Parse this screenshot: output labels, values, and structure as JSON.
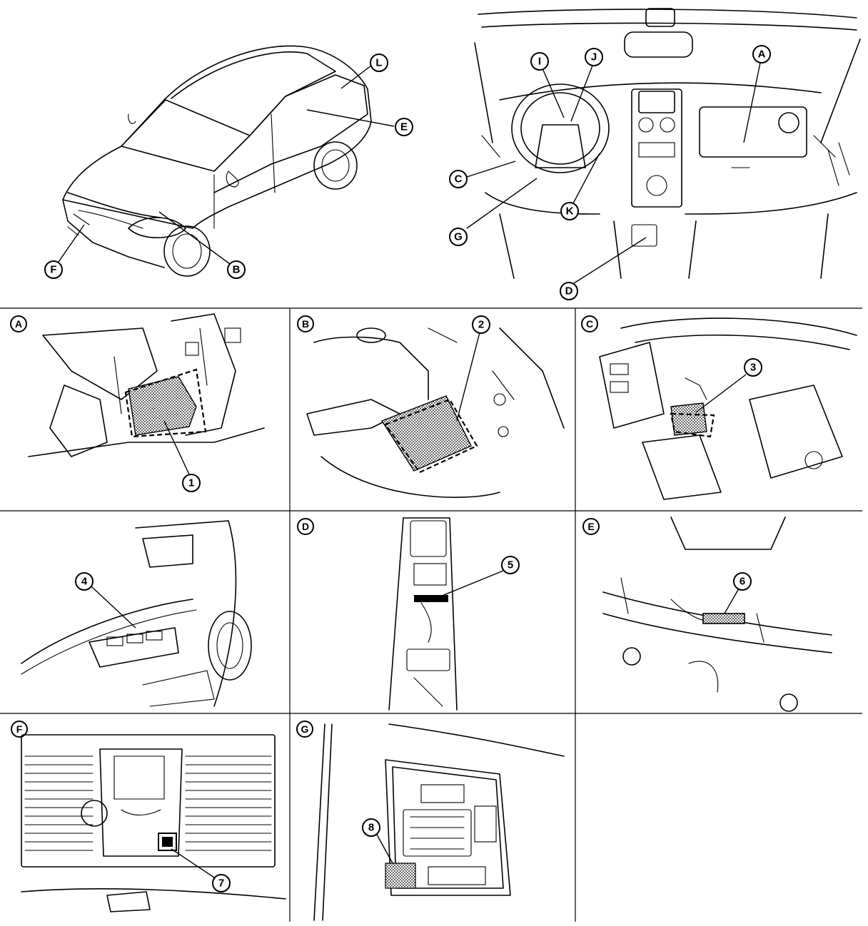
{
  "overview_labels": {
    "A": "A",
    "B": "B",
    "C": "C",
    "D": "D",
    "E": "E",
    "F": "F",
    "G": "G",
    "I": "I",
    "J": "J",
    "K": "K",
    "L": "L"
  },
  "panels": [
    {
      "id": "A",
      "label": "A",
      "part": "1"
    },
    {
      "id": "B",
      "label": "B",
      "part": "2"
    },
    {
      "id": "C",
      "label": "C",
      "part": "3"
    },
    {
      "id": "D",
      "label": "D",
      "part": "5"
    },
    {
      "id": "E",
      "label": "E",
      "part": "6"
    },
    {
      "id": "F",
      "label": "F",
      "part": "7"
    },
    {
      "id": "G",
      "label": "G",
      "part": "8"
    }
  ],
  "door_part": "4"
}
